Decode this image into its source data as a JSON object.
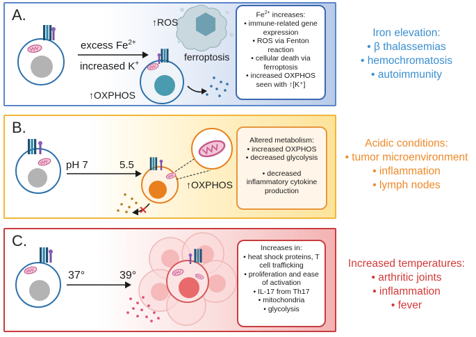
{
  "panelA": {
    "label": "A.",
    "arrow_top": "excess Fe",
    "arrow_top_sup": "2+",
    "arrow_bottom": "increased K",
    "arrow_bottom_sup": "+",
    "ros": "↑ROS",
    "ferroptosis": "ferroptosis",
    "oxphos": "↑OXPHOS",
    "box_title": "Fe",
    "box_title_sup": "2+",
    "box_title_rest": " increases:",
    "box_items": [
      "• immune-related gene expression",
      "• ROS via Fenton reaction",
      "• cellular death via ferroptosis",
      "• increased OXPHOS seen with ↑[K⁺]"
    ],
    "side_title": "Iron elevation:",
    "side_items": [
      "• β thalassemias",
      "• hemochromatosis",
      "• autoimmunity"
    ]
  },
  "panelB": {
    "label": "B.",
    "ph_start": "pH 7",
    "ph_end": "5.5",
    "oxphos": "↑OXPHOS",
    "box_title": "Altered metabolism:",
    "box_items": [
      "• increased OXPHOS",
      "• decreased glycolysis",
      "• decreased inflammatory cytokine production"
    ],
    "side_title": "Acidic conditions:",
    "side_items": [
      "• tumor microenvironment",
      "• inflammation",
      "• lymph nodes"
    ]
  },
  "panelC": {
    "label": "C.",
    "temp_start": "37°",
    "temp_end": "39°",
    "box_title": "Increases in:",
    "box_items": [
      "• heat shock proteins, T cell trafficking",
      "• proliferation and ease of activation",
      "• IL-17 from Th17",
      "• mitochondria",
      "• glycolysis"
    ],
    "side_title": "Increased temperatures:",
    "side_items": [
      "• arthritic joints",
      "• inflammation",
      "• fever"
    ]
  },
  "colors": {
    "blue_border": "#5b86c8",
    "orange_border": "#f2b53a",
    "red_border": "#c83c3c",
    "cell_outline": "#2c6fa8",
    "nucleus_gray": "#b3b3b3",
    "nucleus_teal": "#4a9bb0",
    "nucleus_orange": "#e8801e",
    "mitochondria_pink": "#d97aa6",
    "side_blue": "#3a8fd0",
    "side_orange": "#ee8a2a",
    "side_red": "#d23a3a"
  }
}
